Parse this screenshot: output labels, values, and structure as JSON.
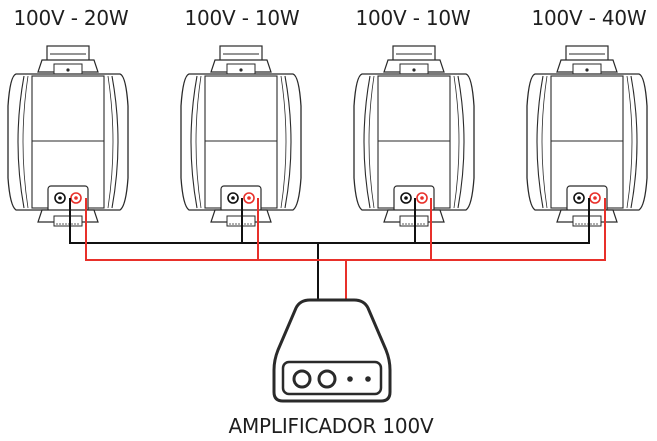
{
  "speakers": [
    {
      "label": "100V - 20W"
    },
    {
      "label": "100V - 10W"
    },
    {
      "label": "100V - 10W"
    },
    {
      "label": "100V - 40W"
    }
  ],
  "amplifier": {
    "label": "AMPLIFICADOR 100V"
  },
  "colors": {
    "positive_wire": "#e8302a",
    "negative_wire": "#111111",
    "outline": "#2a2a2a"
  }
}
